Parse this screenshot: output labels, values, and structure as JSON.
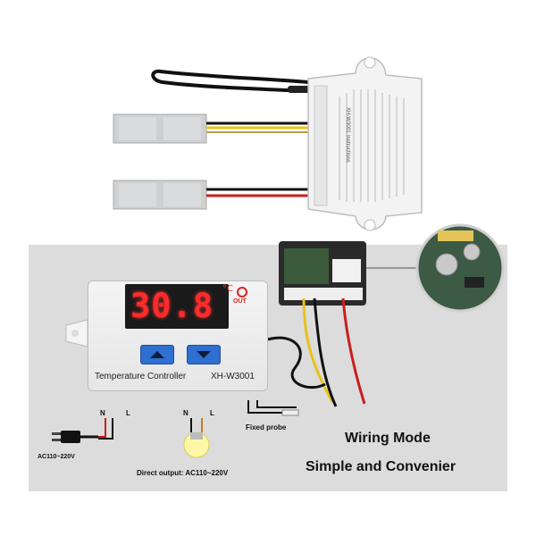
{
  "controller": {
    "display_value": "30.8",
    "unit": "°C",
    "out_label": "OUT",
    "name_label": "Temperature Controller",
    "model_label": "XH-W3001"
  },
  "power": {
    "input_label": "AC110~220V",
    "output_label": "Direct output: AC110~220V",
    "n_label": "N",
    "l_label": "L",
    "n2_label": "N",
    "l2_label": "L"
  },
  "probe": {
    "label": "Fixed probe"
  },
  "headline": {
    "title": "Wiring Mode",
    "subtitle": "Simple and Convenier"
  },
  "module": {
    "instructions_title": "XH-W3001 Instructions"
  },
  "colors": {
    "panel": "#dcdcdc",
    "display_digits": "#ff2a2a",
    "buttons": "#2f6fd0",
    "wire_red": "#c81e1e",
    "wire_yellow": "#e8c21a",
    "wire_black": "#111111"
  }
}
